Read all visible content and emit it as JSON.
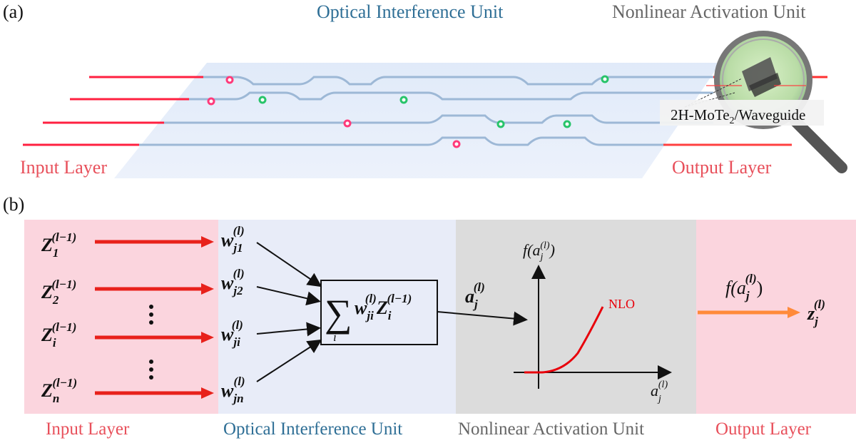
{
  "panel_a": {
    "label": "(a)",
    "title_oiu": "Optical Interference Unit",
    "title_nau": "Nonlinear Activation Unit",
    "magnifier_caption": "2H-MoTe",
    "magnifier_caption_sub": "2",
    "magnifier_caption_tail": "/Waveguide",
    "input_label": "Input Layer",
    "output_label": "Output Layer"
  },
  "panel_b": {
    "label": "(b)",
    "inputs": [
      {
        "base": "Z",
        "sub": "1",
        "sup": "(l−1)"
      },
      {
        "base": "Z",
        "sub": "2",
        "sup": "(l−1)"
      },
      {
        "base": "Z",
        "sub": "i",
        "sup": "(l−1)"
      },
      {
        "base": "Z",
        "sub": "n",
        "sup": "(l−1)"
      }
    ],
    "weights": [
      {
        "base": "w",
        "sub": "j1",
        "sup": "(l)"
      },
      {
        "base": "w",
        "sub": "j2",
        "sup": "(l)"
      },
      {
        "base": "w",
        "sub": "ji",
        "sup": "(l)"
      },
      {
        "base": "w",
        "sub": "jn",
        "sup": "(l)"
      }
    ],
    "sum_symbol": "∑",
    "sum_index": "i",
    "sum_w": "w",
    "sum_w_sub": "ji",
    "sum_w_sup": "(l)",
    "sum_z": "Z",
    "sum_z_sub": "i",
    "sum_z_sup": "(l−1)",
    "activation": {
      "base": "a",
      "sub": "j",
      "sup": "(l)"
    },
    "plot_y_label_f": "f(a",
    "plot_y_label_sub": "j",
    "plot_y_label_sup": "(l)",
    "plot_y_label_close": ")",
    "plot_x_label": "a",
    "plot_x_label_sub": "j",
    "plot_x_label_sup": "(l)",
    "curve_label": "NLO",
    "output_fn": "f(a",
    "output_fn_sub": "j",
    "output_fn_sup": "(l)",
    "output_fn_close": ")",
    "output": {
      "base": "z",
      "sub": "j",
      "sup": "(l)"
    },
    "captions": {
      "input": "Input Layer",
      "oiu": "Optical Interference Unit",
      "nau": "Nonlinear Activation Unit",
      "output": "Output Layer"
    }
  },
  "colors": {
    "input_bg": "#fbd5de",
    "oiu_bg": "#e8ecf8",
    "nau_bg": "#dcdcdc",
    "output_bg": "#fbd5de",
    "red_arrow": "#e8211b",
    "orange_arrow": "#ff8a3a",
    "curve": "#e8000b",
    "waveguide": "#9db8d6",
    "title_blue": "#2f6f96",
    "title_red": "#e8505b",
    "title_gray": "#666666"
  }
}
